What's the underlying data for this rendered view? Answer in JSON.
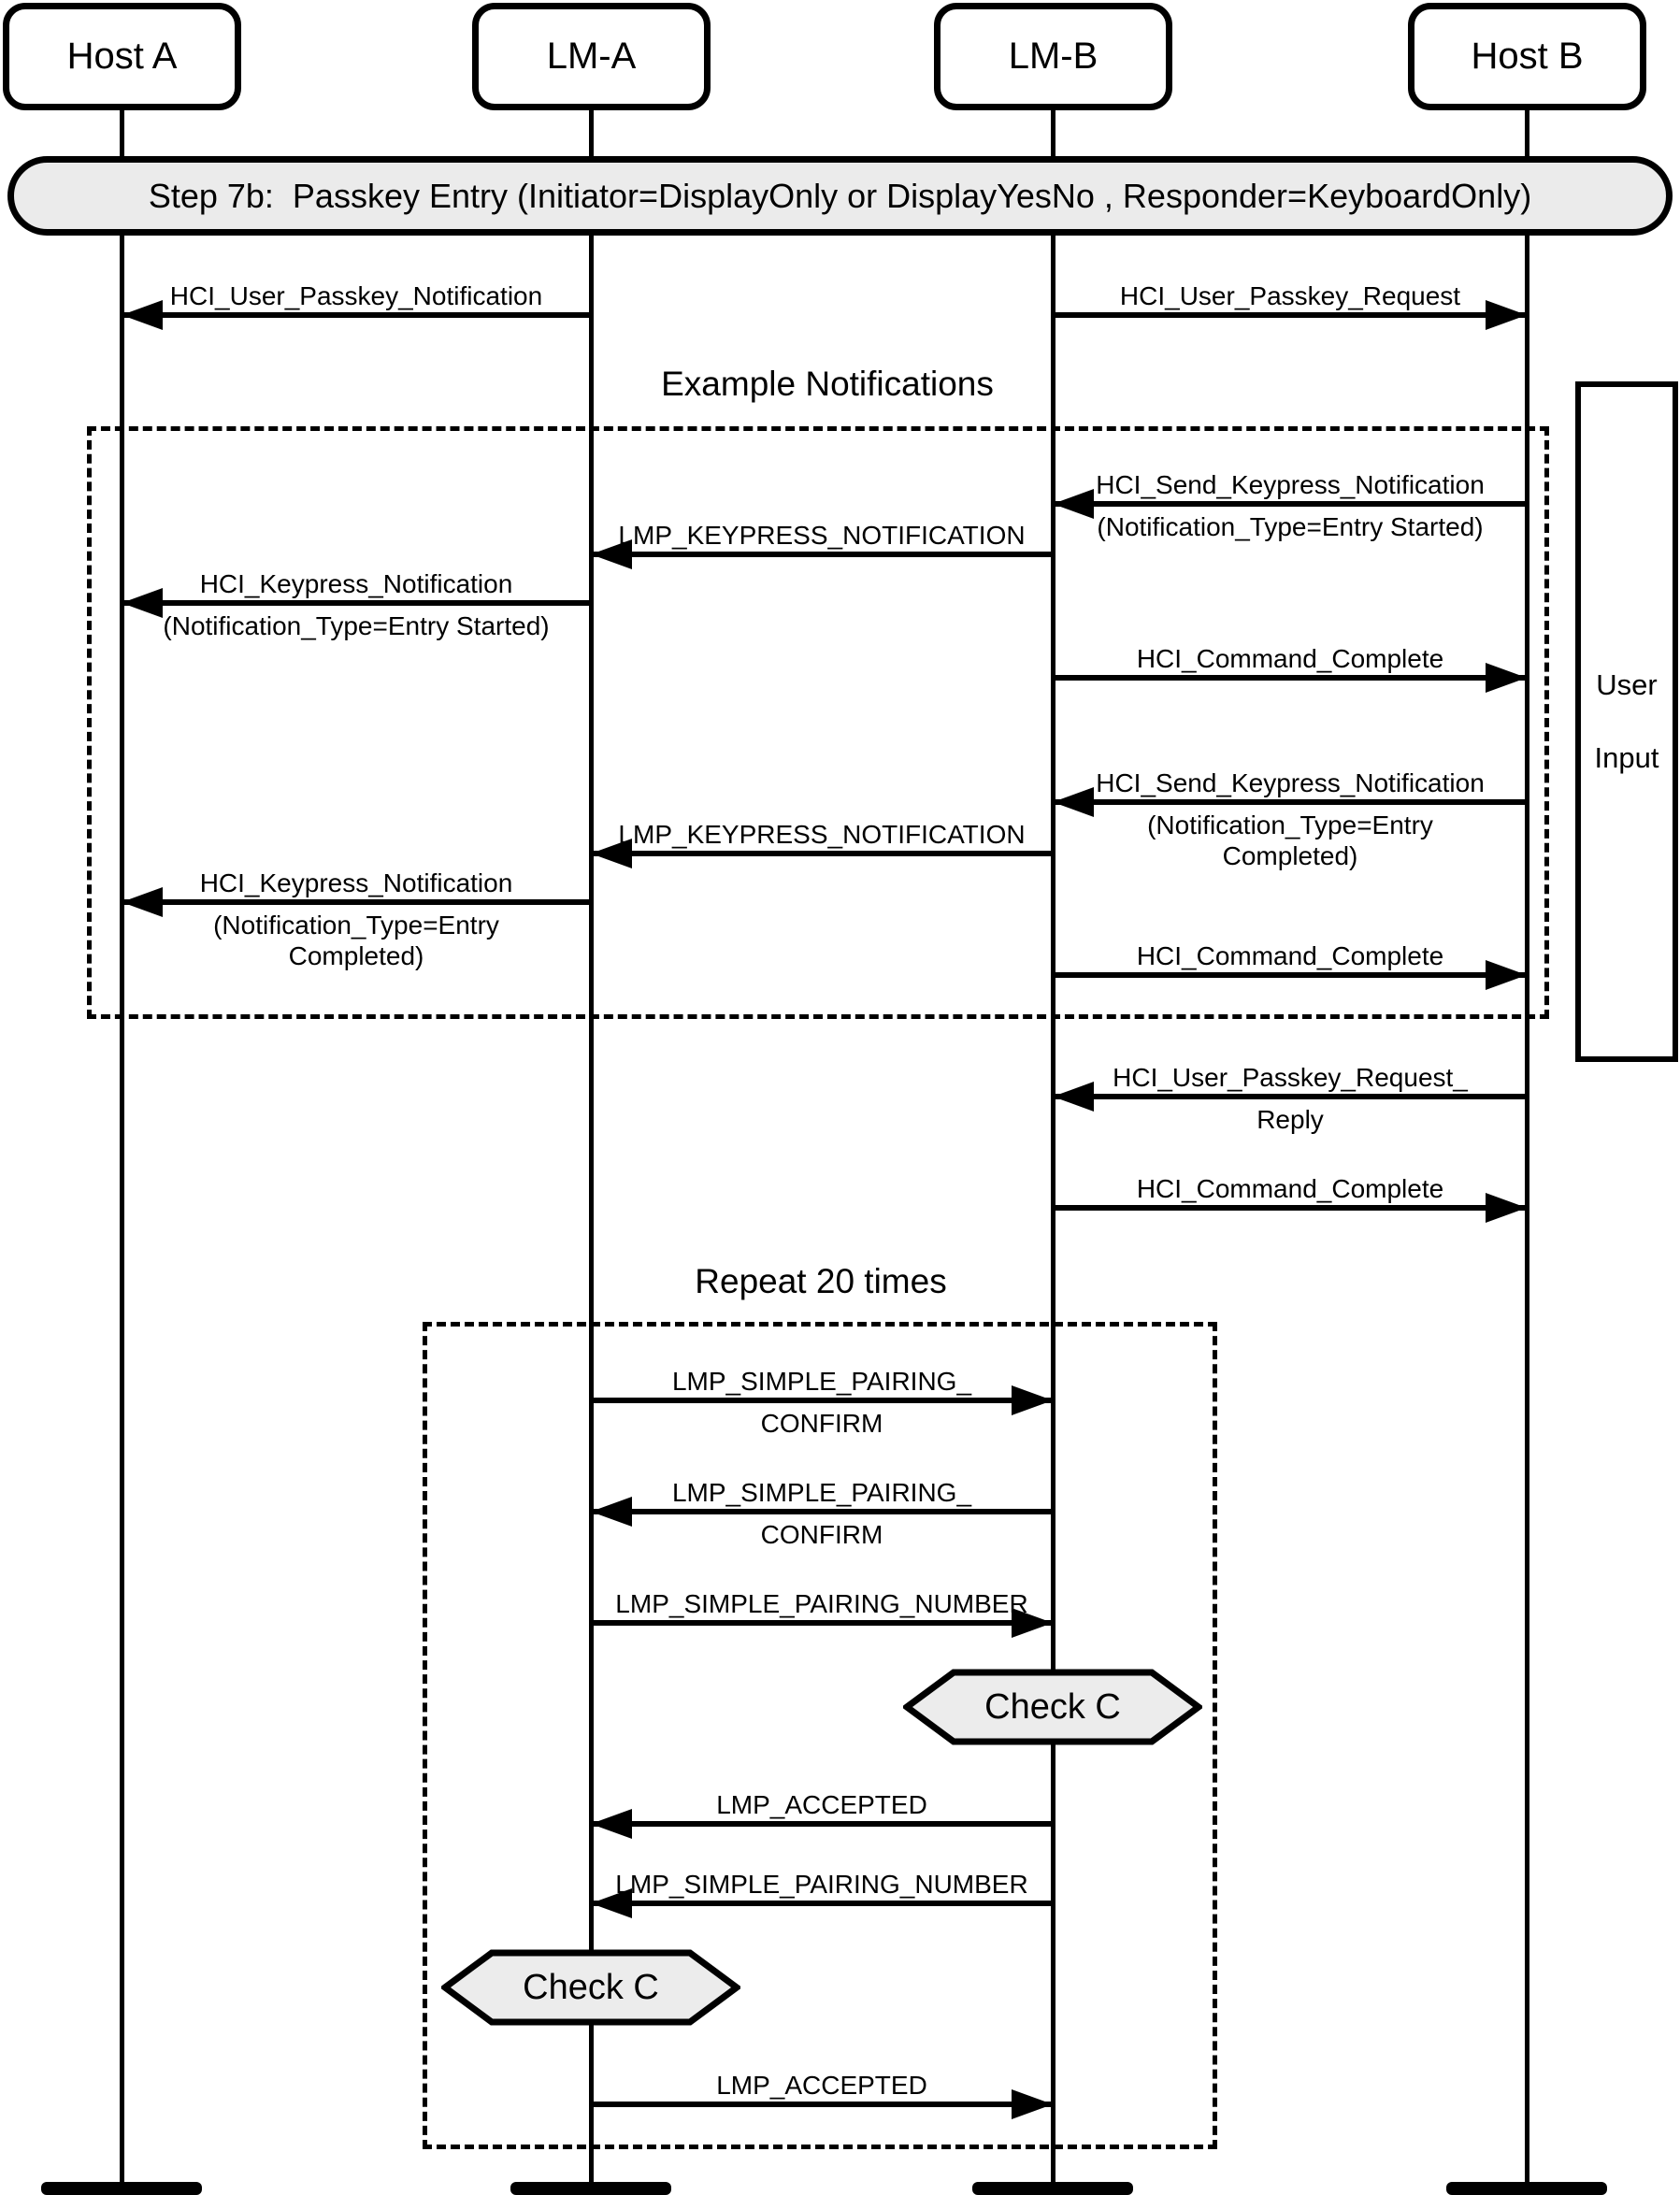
{
  "title": "Step 7b:  Passkey Entry (Initiator=DisplayOnly or DisplayYesNo , Responder=KeyboardOnly)",
  "actors": [
    {
      "label": "Host A"
    },
    {
      "label": "LM-A"
    },
    {
      "label": "LM-B"
    },
    {
      "label": "Host B"
    }
  ],
  "notes": {
    "example_notifications": "Example Notifications",
    "repeat": "Repeat 20 times"
  },
  "user_input": {
    "line1": "User",
    "line2": "Input"
  },
  "checks": [
    {
      "label": "Check C"
    },
    {
      "label": "Check C"
    }
  ],
  "messages": [
    {
      "from": "LM-A",
      "to": "Host A",
      "label": "HCI_User_Passkey_Notification"
    },
    {
      "from": "LM-B",
      "to": "Host B",
      "label": "HCI_User_Passkey_Request"
    },
    {
      "from": "Host B",
      "to": "LM-B",
      "label": "HCI_Send_Keypress_Notification",
      "label2": "(Notification_Type=Entry Started)"
    },
    {
      "from": "LM-B",
      "to": "LM-A",
      "label": "LMP_KEYPRESS_NOTIFICATION"
    },
    {
      "from": "LM-A",
      "to": "Host A",
      "label": "HCI_Keypress_Notification",
      "label2": "(Notification_Type=Entry Started)"
    },
    {
      "from": "LM-B",
      "to": "Host B",
      "label": "HCI_Command_Complete"
    },
    {
      "from": "Host B",
      "to": "LM-B",
      "label": "HCI_Send_Keypress_Notification",
      "label2": "(Notification_Type=Entry\nCompleted)"
    },
    {
      "from": "LM-B",
      "to": "LM-A",
      "label": "LMP_KEYPRESS_NOTIFICATION"
    },
    {
      "from": "LM-A",
      "to": "Host A",
      "label": "HCI_Keypress_Notification",
      "label2": "(Notification_Type=Entry\nCompleted)"
    },
    {
      "from": "LM-B",
      "to": "Host B",
      "label": "HCI_Command_Complete"
    },
    {
      "from": "Host B",
      "to": "LM-B",
      "label": "HCI_User_Passkey_Request_",
      "label2": "Reply"
    },
    {
      "from": "LM-B",
      "to": "Host B",
      "label": "HCI_Command_Complete"
    },
    {
      "from": "LM-A",
      "to": "LM-B",
      "label": "LMP_SIMPLE_PAIRING_",
      "label2": "CONFIRM"
    },
    {
      "from": "LM-B",
      "to": "LM-A",
      "label": "LMP_SIMPLE_PAIRING_",
      "label2": "CONFIRM"
    },
    {
      "from": "LM-A",
      "to": "LM-B",
      "label": "LMP_SIMPLE_PAIRING_NUMBER"
    },
    {
      "from": "LM-B",
      "to": "LM-A",
      "label": "LMP_ACCEPTED"
    },
    {
      "from": "LM-B",
      "to": "LM-A",
      "label": "LMP_SIMPLE_PAIRING_NUMBER"
    },
    {
      "from": "LM-A",
      "to": "LM-B",
      "label": "LMP_ACCEPTED"
    }
  ],
  "colors": {
    "stroke": "#000000",
    "background": "#ffffff",
    "band_fill": "#ebebeb",
    "hexagon_fill": "#ececec"
  }
}
